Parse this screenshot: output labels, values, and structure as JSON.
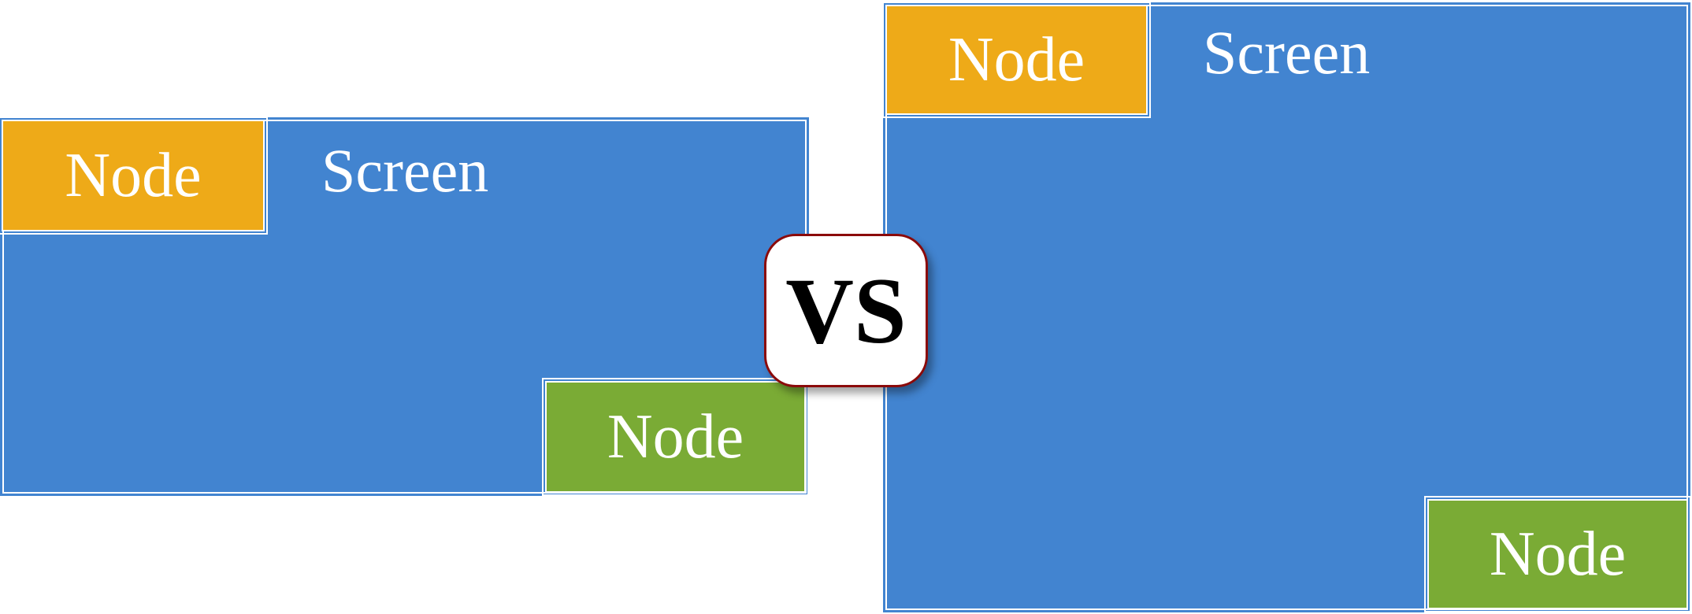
{
  "left": {
    "screen_label": "Screen",
    "top_node_label": "Node",
    "bottom_node_label": "Node"
  },
  "right": {
    "screen_label": "Screen",
    "top_node_label": "Node",
    "bottom_node_label": "Node"
  },
  "vs_label": "VS",
  "colors": {
    "screen": "#4284d0",
    "top_node": "#eeaa18",
    "bottom_node": "#7aab35",
    "vs_border": "#8b0a0a"
  }
}
